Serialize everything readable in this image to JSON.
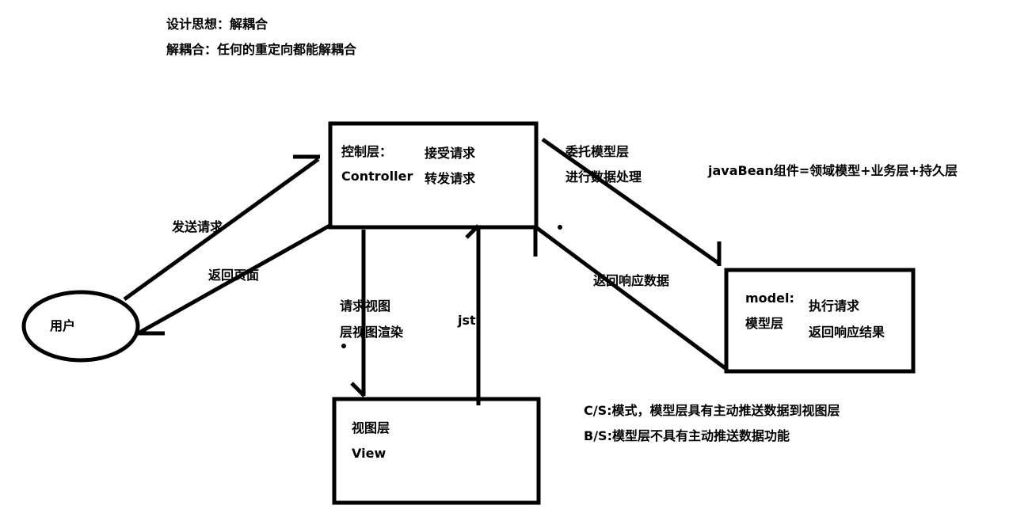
{
  "header": {
    "line1": "设计思想：解耦合",
    "line2": "解耦合：任何的重定向都能解耦合"
  },
  "controller": {
    "title": "控制层：",
    "name": "Controller",
    "duty1": "接受请求",
    "duty2": "转发请求"
  },
  "model": {
    "title": "model:",
    "name": "模型层",
    "duty1": "执行请求",
    "duty2": "返回响应结果"
  },
  "view": {
    "title": "视图层",
    "name": "View"
  },
  "user": {
    "label": "用户"
  },
  "edges": {
    "send_request": "发送请求",
    "return_page": "返回页面",
    "delegate_line1": "委托模型层",
    "delegate_line2": "进行数据处理",
    "return_data": "返回响应数据",
    "request_view_line1": "请求视图",
    "request_view_line2": "层视图渲染",
    "jstl": "jstl"
  },
  "notes": {
    "javabean": "javaBean组件=领域模型+业务层+持久层",
    "cs": "C/S:模式，模型层具有主动推送数据到视图层",
    "bs": "B/S:模型层不具有主动推送数据功能"
  }
}
